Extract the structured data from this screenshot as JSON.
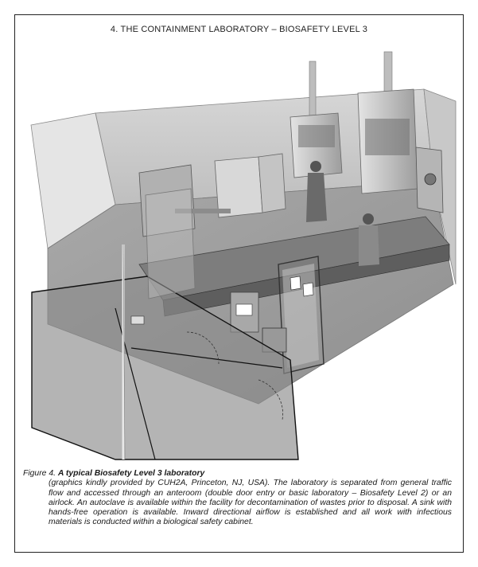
{
  "header": {
    "title": "4. THE CONTAINMENT LABORATORY – BIOSAFETY LEVEL 3"
  },
  "figure": {
    "label": "Figure 4.",
    "title": "A typical Biosafety Level 3 laboratory",
    "caption": "(graphics kindly provided by CUH2A, Princeton, NJ, USA). The laboratory is separated from general traffic flow and accessed through an anteroom (double door entry or basic laboratory – Biosafety Level 2) or an airlock. An autoclave is available within the facility for decontamination of wastes prior to disposal. A sink with hands-free operation is available. Inward directional airflow is established and all work with infectious materials is conducted within a biological safety cabinet."
  }
}
